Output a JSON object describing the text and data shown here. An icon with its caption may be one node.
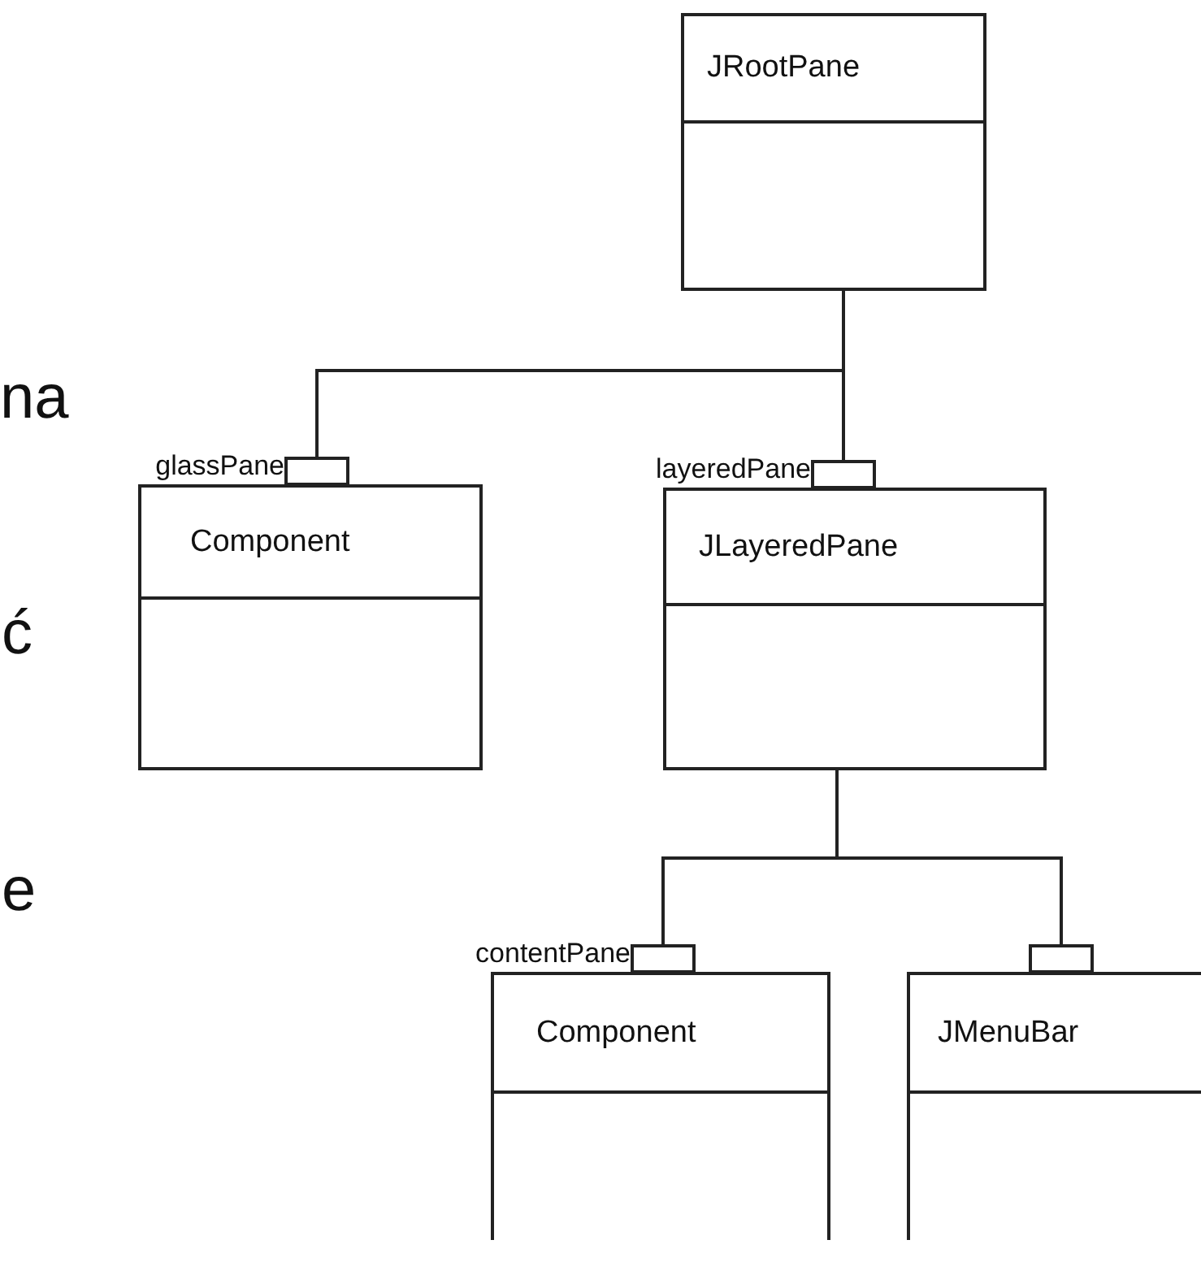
{
  "diagram": {
    "nodes": [
      {
        "text": [
          "JRootPane"
        ]
      },
      {
        "text": [
          "Component"
        ]
      },
      {
        "text": [
          "JLayeredPane"
        ]
      },
      {
        "text": [
          "Component"
        ]
      },
      {
        "text": [
          "JMenuBar"
        ]
      }
    ],
    "edges": [
      {
        "from": 0,
        "to": 1,
        "arrow": "other",
        "label": "glassPane"
      },
      {
        "from": 0,
        "to": 2,
        "arrow": "other",
        "label": "layeredPane"
      },
      {
        "from": 2,
        "to": 3,
        "arrow": "other",
        "label": "contentPane"
      },
      {
        "from": 2,
        "to": 4,
        "arrow": "other"
      }
    ],
    "labels": [
      "na",
      "ć",
      "e"
    ]
  }
}
